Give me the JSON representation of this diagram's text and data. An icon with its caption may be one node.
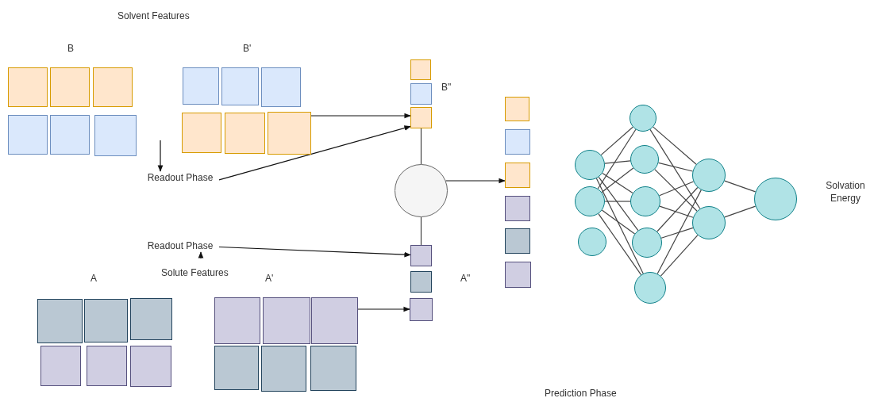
{
  "diagram": {
    "nodes": [
      {
        "text": [],
        "shape": "box"
      },
      {
        "text": [],
        "shape": "box"
      },
      {
        "text": [],
        "shape": "box"
      },
      {
        "text": [],
        "shape": "box"
      },
      {
        "text": [],
        "shape": "box"
      },
      {
        "text": [],
        "shape": "box"
      },
      {
        "text": [],
        "shape": "box"
      },
      {
        "text": [],
        "shape": "box"
      },
      {
        "text": [],
        "shape": "box"
      },
      {
        "text": [],
        "shape": "box"
      },
      {
        "text": [],
        "shape": "box"
      },
      {
        "text": [],
        "shape": "box"
      },
      {
        "text": [],
        "shape": "box"
      },
      {
        "text": [],
        "shape": "box"
      },
      {
        "text": [],
        "shape": "box"
      },
      {
        "text": [],
        "shape": "circle"
      },
      {
        "text": [],
        "shape": "box"
      },
      {
        "text": [],
        "shape": "box"
      },
      {
        "text": [],
        "shape": "box"
      },
      {
        "text": [],
        "shape": "box"
      },
      {
        "text": [],
        "shape": "box"
      },
      {
        "text": [],
        "shape": "box"
      },
      {
        "text": [],
        "shape": "box"
      },
      {
        "text": [],
        "shape": "box"
      },
      {
        "text": [],
        "shape": "box"
      },
      {
        "text": [],
        "shape": "box"
      },
      {
        "text": [],
        "shape": "box"
      },
      {
        "text": [],
        "shape": "box"
      },
      {
        "text": [],
        "shape": "box"
      },
      {
        "text": [],
        "shape": "box"
      },
      {
        "text": [],
        "shape": "box"
      },
      {
        "text": [],
        "shape": "box"
      },
      {
        "text": [],
        "shape": "box"
      },
      {
        "text": [],
        "shape": "box"
      },
      {
        "text": [],
        "shape": "box"
      },
      {
        "text": [],
        "shape": "box"
      },
      {
        "text": [],
        "shape": "box"
      },
      {
        "text": [],
        "shape": "circle"
      },
      {
        "text": [],
        "shape": "circle"
      },
      {
        "text": [],
        "shape": "circle"
      },
      {
        "text": [],
        "shape": "circle"
      },
      {
        "text": [],
        "shape": "circle"
      },
      {
        "text": [],
        "shape": "circle"
      },
      {
        "text": [],
        "shape": "circle"
      },
      {
        "text": [],
        "shape": "circle"
      },
      {
        "text": [],
        "shape": "circle"
      },
      {
        "text": [],
        "shape": "circle"
      },
      {
        "text": [],
        "shape": "circle",
        "beside": [
          "Solvation Energy"
        ]
      },
      {
        "text": [
          "Readout Phase"
        ]
      },
      {
        "text": [
          "Readout Phase"
        ]
      }
    ],
    "edges": [
      {
        "from": null,
        "to": 48,
        "arrow": "to"
      },
      {
        "from": null,
        "to": 49,
        "arrow": "to"
      },
      {
        "from": 11,
        "to": 14,
        "arrow": "to"
      },
      {
        "from": 48,
        "to": 14,
        "arrow": "to"
      },
      {
        "from": 14,
        "to": 15,
        "arrow": "none"
      },
      {
        "from": 15,
        "to": 16,
        "arrow": "none"
      },
      {
        "from": 15,
        "to": 21,
        "arrow": "to"
      },
      {
        "from": 49,
        "to": 16,
        "arrow": "to"
      },
      {
        "from": 33,
        "to": 18,
        "arrow": "to"
      },
      {
        "from": 37,
        "to": 40,
        "arrow": "none"
      },
      {
        "from": 37,
        "to": 41,
        "arrow": "none"
      },
      {
        "from": 37,
        "to": 42,
        "arrow": "none"
      },
      {
        "from": 37,
        "to": 43,
        "arrow": "none"
      },
      {
        "from": 37,
        "to": 44,
        "arrow": "none"
      },
      {
        "from": 38,
        "to": 40,
        "arrow": "none"
      },
      {
        "from": 38,
        "to": 41,
        "arrow": "none"
      },
      {
        "from": 38,
        "to": 42,
        "arrow": "none"
      },
      {
        "from": 38,
        "to": 43,
        "arrow": "none"
      },
      {
        "from": 38,
        "to": 44,
        "arrow": "none"
      },
      {
        "from": 40,
        "to": 45,
        "arrow": "none"
      },
      {
        "from": 40,
        "to": 46,
        "arrow": "none"
      },
      {
        "from": 41,
        "to": 45,
        "arrow": "none"
      },
      {
        "from": 41,
        "to": 46,
        "arrow": "none"
      },
      {
        "from": 42,
        "to": 45,
        "arrow": "none"
      },
      {
        "from": 42,
        "to": 46,
        "arrow": "none"
      },
      {
        "from": 43,
        "to": 45,
        "arrow": "none"
      },
      {
        "from": 43,
        "to": 46,
        "arrow": "none"
      },
      {
        "from": 44,
        "to": 45,
        "arrow": "none"
      },
      {
        "from": 44,
        "to": 46,
        "arrow": "none"
      },
      {
        "from": 45,
        "to": 47,
        "arrow": "none"
      },
      {
        "from": 46,
        "to": 47,
        "arrow": "none"
      }
    ],
    "labels": [
      "Solvent Features",
      "B",
      "B'",
      "B\"",
      "Solute Features",
      "A",
      "A'",
      "A\"",
      "Prediction Phase"
    ]
  }
}
